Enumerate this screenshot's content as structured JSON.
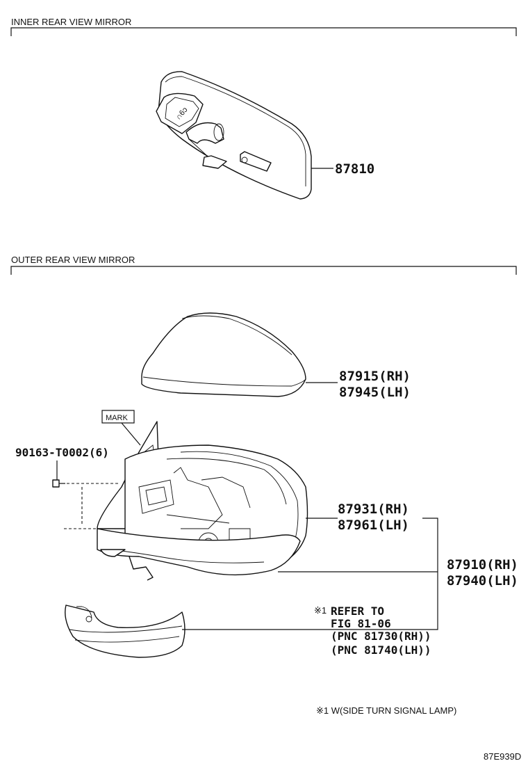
{
  "sections": {
    "inner": "INNER REAR VIEW MIRROR",
    "outer": "OUTER REAR VIEW MIRROR"
  },
  "parts": {
    "inner_mirror": "87810",
    "cover_rh": "87915(RH)",
    "cover_lh": "87945(LH)",
    "mirror_glass_rh": "87931(RH)",
    "mirror_glass_lh": "87961(LH)",
    "assembly_rh": "87910(RH)",
    "assembly_lh": "87940(LH)",
    "screw": "90163-T0002(6)"
  },
  "mark_label": "MARK",
  "refer": {
    "line1": "REFER TO",
    "line2": "FIG 81-06",
    "line3": "(PNC 81730(RH))",
    "line4": "(PNC 81740(LH))",
    "symbol": "※1"
  },
  "footnote": "※1 W(SIDE TURN SIGNAL LAMP)",
  "figure_code": "87E939D"
}
